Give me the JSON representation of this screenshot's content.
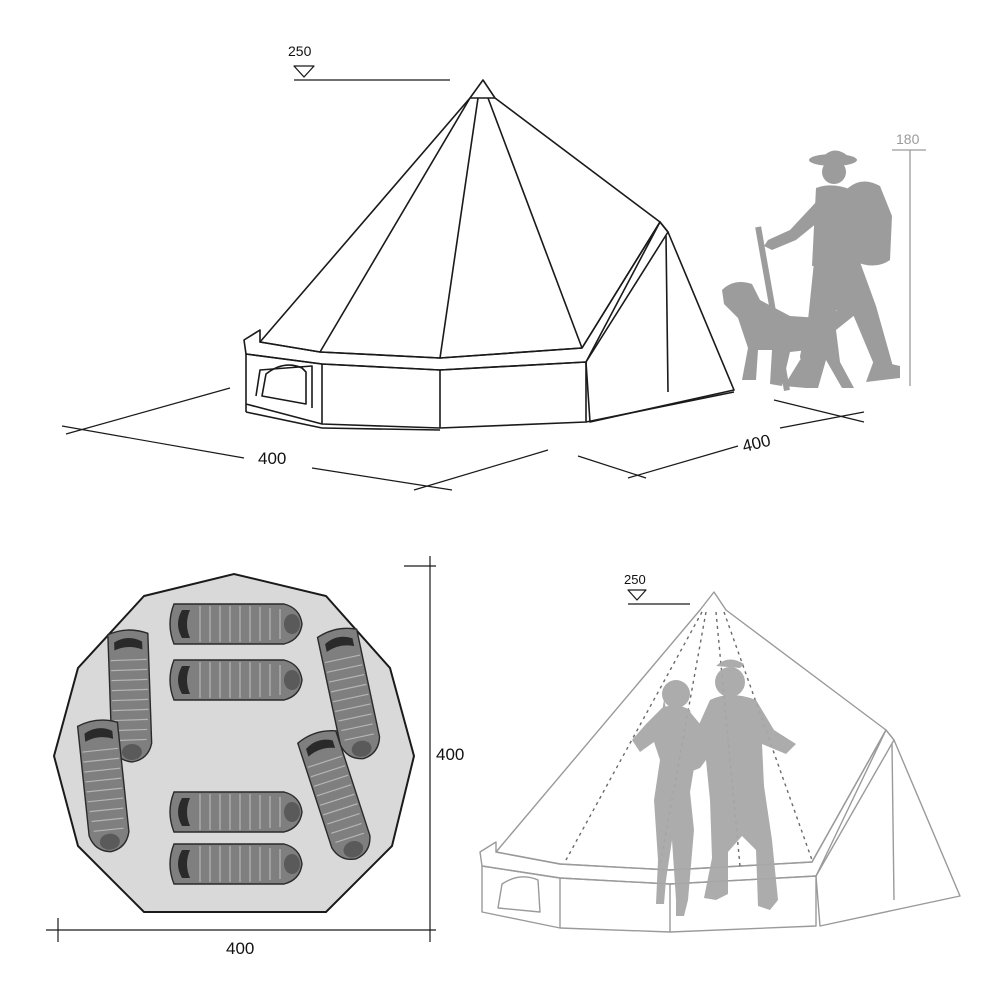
{
  "top_view": {
    "height_label": "250",
    "person_height_label": "180",
    "width_label": "400",
    "depth_label": "400"
  },
  "floor_plan": {
    "height_label": "400",
    "width_label": "400",
    "sleeping_bag_count": 8
  },
  "interior_view": {
    "height_label": "250"
  },
  "colors": {
    "line": "#1a1a1a",
    "floor_fill": "#d9d9d9",
    "bag_fill": "#7f7f7f",
    "silhouette": "#9c9c9c",
    "light_line": "#9a9a9a"
  }
}
